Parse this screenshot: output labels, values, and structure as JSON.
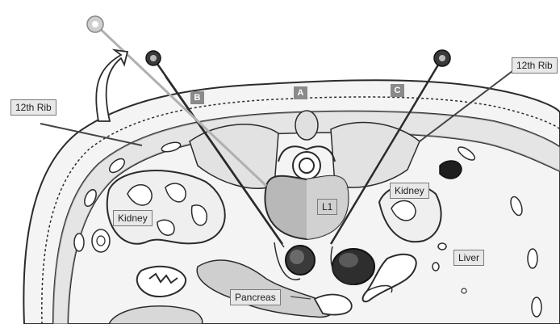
{
  "labels": {
    "rib_left": "12th Rib",
    "rib_right": "12th Rib",
    "kidney_left": "Kidney",
    "kidney_right": "Kidney",
    "vertebra": "L1",
    "pancreas": "Pancreas",
    "liver": "Liver"
  },
  "markers": {
    "a": "A",
    "b": "B",
    "c": "C"
  },
  "colors": {
    "outline": "#2b2b2b",
    "tissue": "#f4f4f4",
    "muscle": "#cfcfcf",
    "vertebral_body": "#a9a9a9",
    "vessel_dark": "#3a3a3a",
    "needle": "#2b2b2b",
    "needle_light": "#b0b0b0",
    "marker_fill": "#8a8a8a",
    "label_fill": "#e8e8e8"
  }
}
